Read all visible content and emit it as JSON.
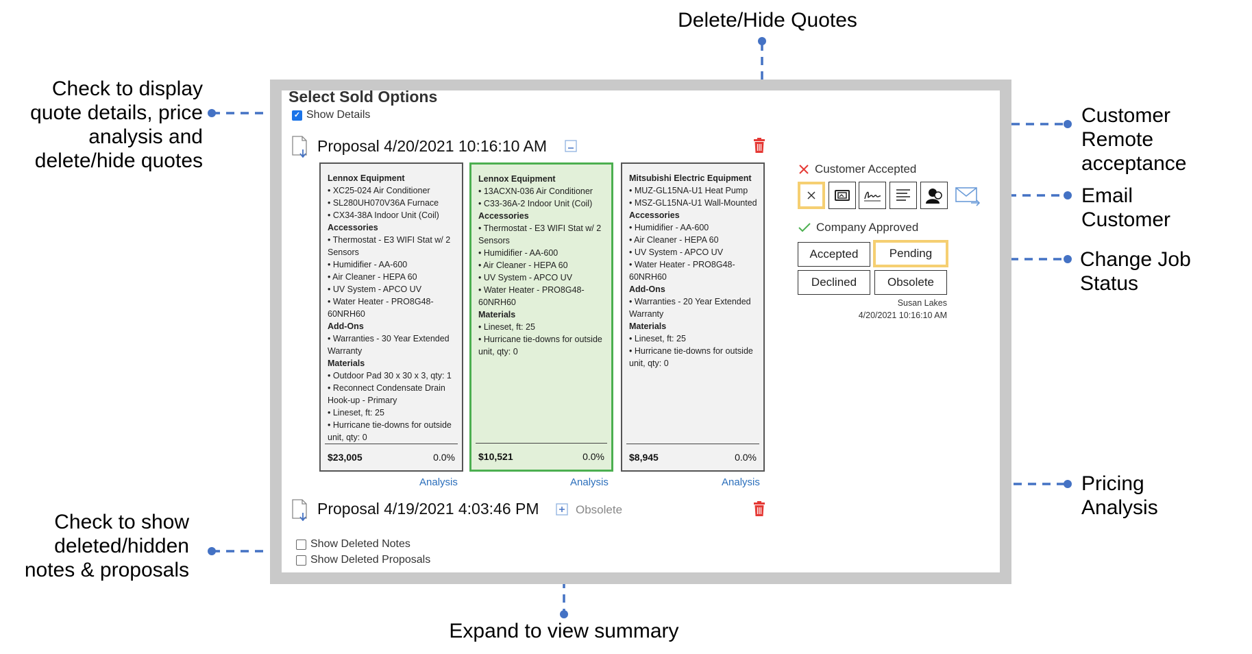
{
  "annotations": {
    "delete_hide": "Delete/Hide Quotes",
    "check_display": [
      "Check to display",
      "quote details, price",
      "analysis and",
      "delete/hide quotes"
    ],
    "customer_remote": [
      "Customer",
      "Remote",
      "acceptance"
    ],
    "email_customer": [
      "Email",
      "Customer"
    ],
    "change_status": "Change Job Status",
    "pricing_analysis": [
      "Pricing",
      "Analysis"
    ],
    "check_show_deleted": [
      "Check  to show",
      "deleted/hidden",
      "notes & proposals"
    ],
    "expand_summary": "Expand to view summary"
  },
  "panel": {
    "title": "Select Sold Options",
    "show_details": "Show Details",
    "show_details_checked": true,
    "show_deleted_notes": "Show Deleted Notes",
    "show_deleted_proposals": "Show Deleted Proposals"
  },
  "proposals": [
    {
      "label": "Proposal 4/20/2021 10:16:10 AM",
      "options": [
        {
          "lines": [
            {
              "t": "Lennox Equipment",
              "h": true
            },
            {
              "t": "• XC25-024 Air Conditioner"
            },
            {
              "t": "• SL280UH070V36A Furnace"
            },
            {
              "t": "• CX34-38A Indoor Unit (Coil)"
            },
            {
              "t": "Accessories",
              "h": true
            },
            {
              "t": "• Thermostat - E3 WIFI Stat w/ 2 Sensors"
            },
            {
              "t": "• Humidifier - AA-600"
            },
            {
              "t": "• Air Cleaner - HEPA 60"
            },
            {
              "t": "• UV System - APCO UV"
            },
            {
              "t": "• Water Heater - PRO8G48-60NRH60"
            },
            {
              "t": "Add-Ons",
              "h": true
            },
            {
              "t": "• Warranties - 30 Year Extended Warranty"
            },
            {
              "t": "Materials",
              "h": true
            },
            {
              "t": "• Outdoor Pad 30 x 30 x 3, qty: 1"
            },
            {
              "t": "• Reconnect Condensate Drain Hook-up - Primary"
            },
            {
              "t": "• Lineset, ft: 25"
            },
            {
              "t": "• Hurricane tie-downs for outside unit, qty: 0"
            }
          ],
          "price": "$23,005",
          "pct": "0.0%",
          "analysis": "Analysis",
          "selected": false
        },
        {
          "lines": [
            {
              "t": "Lennox Equipment",
              "h": true
            },
            {
              "t": "• 13ACXN-036 Air Conditioner"
            },
            {
              "t": "• C33-36A-2 Indoor Unit (Coil)"
            },
            {
              "t": "Accessories",
              "h": true
            },
            {
              "t": "• Thermostat - E3 WIFI Stat w/ 2 Sensors"
            },
            {
              "t": "• Humidifier - AA-600"
            },
            {
              "t": "• Air Cleaner - HEPA 60"
            },
            {
              "t": "• UV System - APCO UV"
            },
            {
              "t": "• Water Heater - PRO8G48-60NRH60"
            },
            {
              "t": "Materials",
              "h": true
            },
            {
              "t": "• Lineset, ft: 25"
            },
            {
              "t": "• Hurricane tie-downs for outside unit, qty: 0"
            }
          ],
          "price": "$10,521",
          "pct": "0.0%",
          "analysis": "Analysis",
          "selected": true
        },
        {
          "lines": [
            {
              "t": "Mitsubishi Electric Equipment",
              "h": true
            },
            {
              "t": "• MUZ-GL15NA-U1 Heat Pump"
            },
            {
              "t": "• MSZ-GL15NA-U1 Wall-Mounted"
            },
            {
              "t": "Accessories",
              "h": true
            },
            {
              "t": "• Humidifier - AA-600"
            },
            {
              "t": "• Air Cleaner - HEPA 60"
            },
            {
              "t": "• UV System - APCO UV"
            },
            {
              "t": "• Water Heater - PRO8G48-60NRH60"
            },
            {
              "t": "Add-Ons",
              "h": true
            },
            {
              "t": "• Warranties - 20 Year Extended Warranty"
            },
            {
              "t": "Materials",
              "h": true
            },
            {
              "t": "• Lineset, ft: 25"
            },
            {
              "t": "• Hurricane tie-downs for outside unit, qty: 0"
            }
          ],
          "price": "$8,945",
          "pct": "0.0%",
          "analysis": "Analysis",
          "selected": false
        }
      ]
    },
    {
      "label": "Proposal 4/19/2021 4:03:46 PM",
      "status": "Obsolete"
    }
  ],
  "status": {
    "customer_accepted": "Customer Accepted",
    "company_approved": "Company Approved",
    "buttons": [
      "Accepted",
      "Pending",
      "Declined",
      "Obsolete"
    ],
    "current": "Pending",
    "user": "Susan Lakes",
    "timestamp": "4/20/2021 10:16:10 AM"
  },
  "icons": [
    "close-icon",
    "id-card-icon",
    "signature-icon",
    "document-lines-icon",
    "person-icon",
    "email-send-icon",
    "trash-icon",
    "collapse-icon",
    "expand-icon"
  ],
  "colors": {
    "accent_blue": "#4472c4",
    "selected_border": "#4caf50",
    "selected_fill": "#e2f0d9",
    "highlight": "#f5cf72",
    "trash_red": "#e53935",
    "link_blue": "#2a6ebb"
  }
}
